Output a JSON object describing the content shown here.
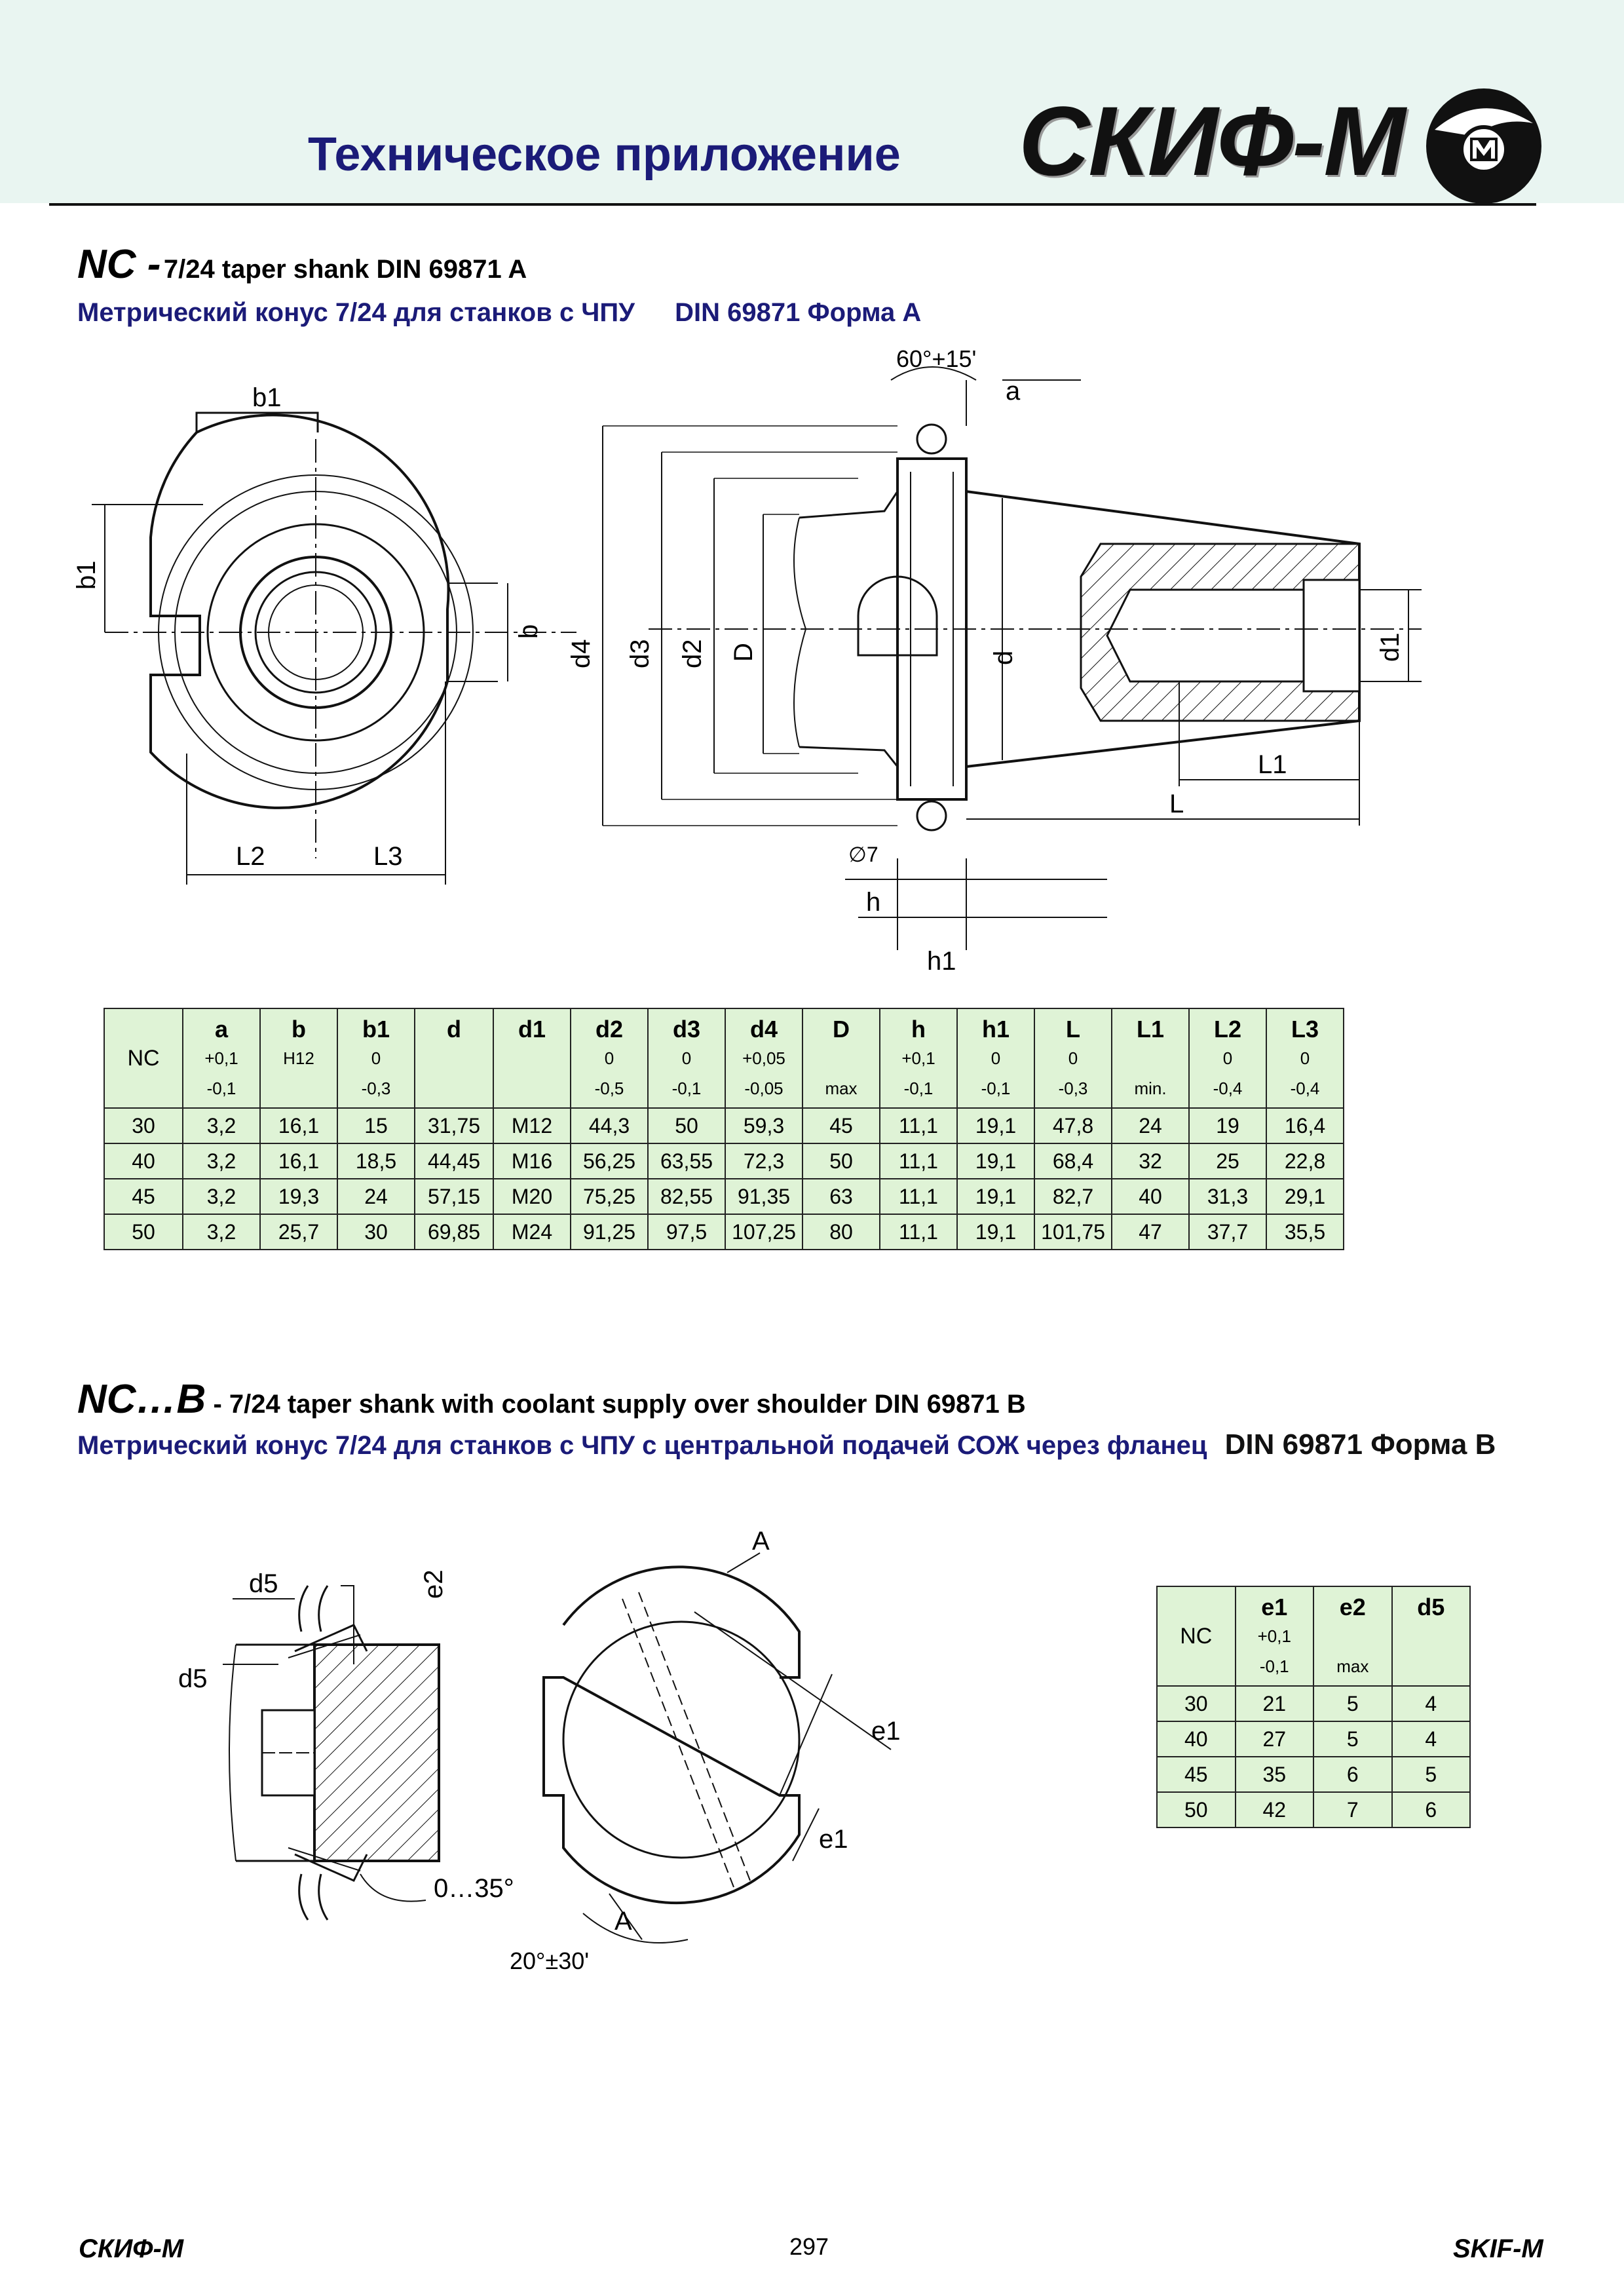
{
  "header": {
    "title": "Техническое приложение",
    "logo": "СКИФ-М"
  },
  "section_a": {
    "code": "NC -",
    "title": "7/24 taper shank  DIN 69871 A",
    "subtitle": "Метрический конус 7/24 для станков с ЧПУ",
    "din": "DIN 69871  Форма  A",
    "drawing_labels": {
      "b1_top": "b1",
      "b1_side": "b1",
      "b": "b",
      "L2": "L2",
      "L3": "L3",
      "d4": "d4",
      "d3": "d3",
      "d2": "d2",
      "D": "D",
      "d": "d",
      "d1": "d1",
      "angle": "60°+15'",
      "a": "a",
      "L1": "L1",
      "L": "L",
      "hole": "∅7",
      "h": "h",
      "h1": "h1"
    },
    "table": {
      "headers": [
        {
          "name": "NC",
          "tol_top": "",
          "tol_bottom": ""
        },
        {
          "name": "a",
          "tol_top": "+0,1",
          "tol_bottom": "-0,1"
        },
        {
          "name": "b",
          "tol_top": "H12",
          "tol_bottom": ""
        },
        {
          "name": "b1",
          "tol_top": "0",
          "tol_bottom": "-0,3"
        },
        {
          "name": "d",
          "tol_top": "",
          "tol_bottom": ""
        },
        {
          "name": "d1",
          "tol_top": "",
          "tol_bottom": ""
        },
        {
          "name": "d2",
          "tol_top": "0",
          "tol_bottom": "-0,5"
        },
        {
          "name": "d3",
          "tol_top": "0",
          "tol_bottom": "-0,1"
        },
        {
          "name": "d4",
          "tol_top": "+0,05",
          "tol_bottom": "-0,05"
        },
        {
          "name": "D",
          "tol_top": "",
          "tol_bottom": "max"
        },
        {
          "name": "h",
          "tol_top": "+0,1",
          "tol_bottom": "-0,1"
        },
        {
          "name": "h1",
          "tol_top": "0",
          "tol_bottom": "-0,1"
        },
        {
          "name": "L",
          "tol_top": "0",
          "tol_bottom": "-0,3"
        },
        {
          "name": "L1",
          "tol_top": "",
          "tol_bottom": "min."
        },
        {
          "name": "L2",
          "tol_top": "0",
          "tol_bottom": "-0,4"
        },
        {
          "name": "L3",
          "tol_top": "0",
          "tol_bottom": "-0,4"
        }
      ],
      "rows": [
        [
          "30",
          "3,2",
          "16,1",
          "15",
          "31,75",
          "M12",
          "44,3",
          "50",
          "59,3",
          "45",
          "11,1",
          "19,1",
          "47,8",
          "24",
          "19",
          "16,4"
        ],
        [
          "40",
          "3,2",
          "16,1",
          "18,5",
          "44,45",
          "M16",
          "56,25",
          "63,55",
          "72,3",
          "50",
          "11,1",
          "19,1",
          "68,4",
          "32",
          "25",
          "22,8"
        ],
        [
          "45",
          "3,2",
          "19,3",
          "24",
          "57,15",
          "M20",
          "75,25",
          "82,55",
          "91,35",
          "63",
          "11,1",
          "19,1",
          "82,7",
          "40",
          "31,3",
          "29,1"
        ],
        [
          "50",
          "3,2",
          "25,7",
          "30",
          "69,85",
          "M24",
          "91,25",
          "97,5",
          "107,25",
          "80",
          "11,1",
          "19,1",
          "101,75",
          "47",
          "37,7",
          "35,5"
        ]
      ]
    }
  },
  "section_b": {
    "code": "NC…B",
    "title": " - 7/24 taper shank with coolant supply over shoulder DIN 69871 B",
    "subtitle": "Метрический конус 7/24 для станков с ЧПУ с центральной подачей СОЖ через фланец",
    "din": "DIN  69871  Форма  B",
    "drawing_labels": {
      "d5_top": "d5",
      "e2": "e2",
      "d5_side": "d5",
      "angle": "0…35°",
      "A_top": "A",
      "A_bottom": "A",
      "e1_top": "e1",
      "e1_bottom": "e1",
      "angle2": "20°±30'"
    },
    "table": {
      "headers": [
        {
          "name": "NC",
          "tol_top": "",
          "tol_bottom": ""
        },
        {
          "name": "e1",
          "tol_top": "+0,1",
          "tol_bottom": "-0,1"
        },
        {
          "name": "e2",
          "tol_top": "",
          "tol_bottom": "max"
        },
        {
          "name": "d5",
          "tol_top": "",
          "tol_bottom": ""
        }
      ],
      "rows": [
        [
          "30",
          "21",
          "5",
          "4"
        ],
        [
          "40",
          "27",
          "5",
          "4"
        ],
        [
          "45",
          "35",
          "6",
          "5"
        ],
        [
          "50",
          "42",
          "7",
          "6"
        ]
      ]
    }
  },
  "footer": {
    "left": "СКИФ-М",
    "page": "297",
    "right": "SKIF-M"
  }
}
